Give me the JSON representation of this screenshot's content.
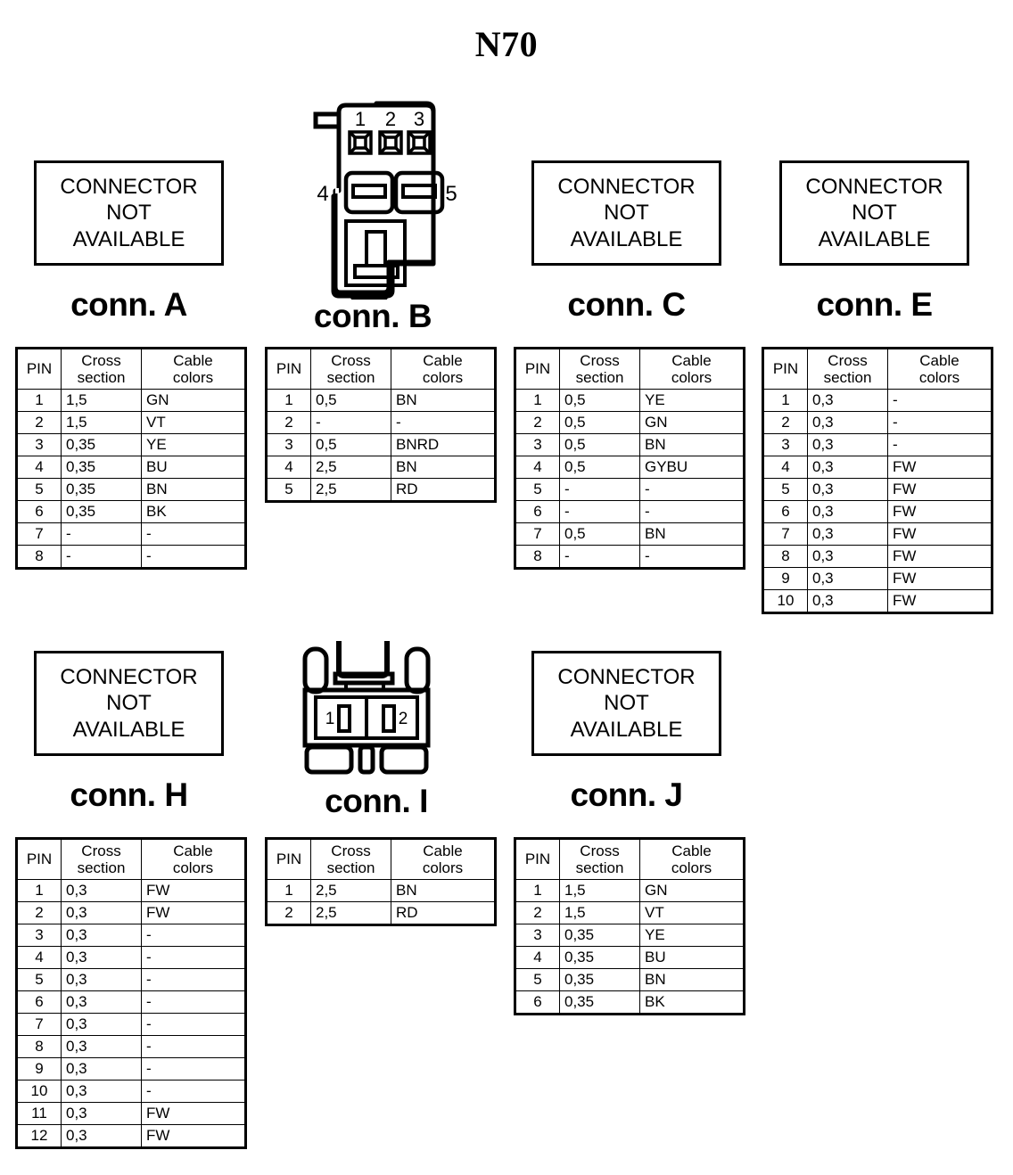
{
  "title": "N70",
  "placeholder": {
    "line1": "CONNECTOR",
    "line2": "NOT",
    "line3": "AVAILABLE"
  },
  "table_headers": {
    "pin": "PIN",
    "cross_1": "Cross",
    "cross_2": "section",
    "color_1": "Cable",
    "color_2": "colors"
  },
  "connectors": [
    {
      "id": "A",
      "label": "conn. A",
      "graphic": "not-available",
      "rows": [
        {
          "pin": "1",
          "cross": "1,5",
          "color": "GN"
        },
        {
          "pin": "2",
          "cross": "1,5",
          "color": "VT"
        },
        {
          "pin": "3",
          "cross": "0,35",
          "color": "YE"
        },
        {
          "pin": "4",
          "cross": "0,35",
          "color": "BU"
        },
        {
          "pin": "5",
          "cross": "0,35",
          "color": "BN"
        },
        {
          "pin": "6",
          "cross": "0,35",
          "color": "BK"
        },
        {
          "pin": "7",
          "cross": "-",
          "color": "-"
        },
        {
          "pin": "8",
          "cross": "-",
          "color": "-"
        }
      ]
    },
    {
      "id": "B",
      "label": "conn. B",
      "graphic": "connector-b-drawing",
      "drawing_labels": {
        "pin1": "1",
        "pin2": "2",
        "pin3": "3",
        "pin4": "4",
        "pin5": "5"
      },
      "rows": [
        {
          "pin": "1",
          "cross": "0,5",
          "color": "BN"
        },
        {
          "pin": "2",
          "cross": "-",
          "color": "-"
        },
        {
          "pin": "3",
          "cross": "0,5",
          "color": "BNRD"
        },
        {
          "pin": "4",
          "cross": "2,5",
          "color": "BN"
        },
        {
          "pin": "5",
          "cross": "2,5",
          "color": "RD"
        }
      ]
    },
    {
      "id": "C",
      "label": "conn. C",
      "graphic": "not-available",
      "rows": [
        {
          "pin": "1",
          "cross": "0,5",
          "color": "YE"
        },
        {
          "pin": "2",
          "cross": "0,5",
          "color": "GN"
        },
        {
          "pin": "3",
          "cross": "0,5",
          "color": "BN"
        },
        {
          "pin": "4",
          "cross": "0,5",
          "color": "GYBU"
        },
        {
          "pin": "5",
          "cross": "-",
          "color": "-"
        },
        {
          "pin": "6",
          "cross": "-",
          "color": "-"
        },
        {
          "pin": "7",
          "cross": "0,5",
          "color": "BN"
        },
        {
          "pin": "8",
          "cross": "-",
          "color": "-"
        }
      ]
    },
    {
      "id": "E",
      "label": "conn. E",
      "graphic": "not-available",
      "rows": [
        {
          "pin": "1",
          "cross": "0,3",
          "color": "-"
        },
        {
          "pin": "2",
          "cross": "0,3",
          "color": "-"
        },
        {
          "pin": "3",
          "cross": "0,3",
          "color": "-"
        },
        {
          "pin": "4",
          "cross": "0,3",
          "color": "FW"
        },
        {
          "pin": "5",
          "cross": "0,3",
          "color": "FW"
        },
        {
          "pin": "6",
          "cross": "0,3",
          "color": "FW"
        },
        {
          "pin": "7",
          "cross": "0,3",
          "color": "FW"
        },
        {
          "pin": "8",
          "cross": "0,3",
          "color": "FW"
        },
        {
          "pin": "9",
          "cross": "0,3",
          "color": "FW"
        },
        {
          "pin": "10",
          "cross": "0,3",
          "color": "FW"
        }
      ]
    },
    {
      "id": "H",
      "label": "conn. H",
      "graphic": "not-available",
      "rows": [
        {
          "pin": "1",
          "cross": "0,3",
          "color": "FW"
        },
        {
          "pin": "2",
          "cross": "0,3",
          "color": "FW"
        },
        {
          "pin": "3",
          "cross": "0,3",
          "color": "-"
        },
        {
          "pin": "4",
          "cross": "0,3",
          "color": "-"
        },
        {
          "pin": "5",
          "cross": "0,3",
          "color": "-"
        },
        {
          "pin": "6",
          "cross": "0,3",
          "color": "-"
        },
        {
          "pin": "7",
          "cross": "0,3",
          "color": "-"
        },
        {
          "pin": "8",
          "cross": "0,3",
          "color": "-"
        },
        {
          "pin": "9",
          "cross": "0,3",
          "color": "-"
        },
        {
          "pin": "10",
          "cross": "0,3",
          "color": "-"
        },
        {
          "pin": "11",
          "cross": "0,3",
          "color": "FW"
        },
        {
          "pin": "12",
          "cross": "0,3",
          "color": "FW"
        }
      ]
    },
    {
      "id": "I",
      "label": "conn. I",
      "graphic": "connector-i-drawing",
      "drawing_labels": {
        "pin1": "1",
        "pin2": "2"
      },
      "rows": [
        {
          "pin": "1",
          "cross": "2,5",
          "color": "BN"
        },
        {
          "pin": "2",
          "cross": "2,5",
          "color": "RD"
        }
      ]
    },
    {
      "id": "J",
      "label": "conn. J",
      "graphic": "not-available",
      "rows": [
        {
          "pin": "1",
          "cross": "1,5",
          "color": "GN"
        },
        {
          "pin": "2",
          "cross": "1,5",
          "color": "VT"
        },
        {
          "pin": "3",
          "cross": "0,35",
          "color": "YE"
        },
        {
          "pin": "4",
          "cross": "0,35",
          "color": "BU"
        },
        {
          "pin": "5",
          "cross": "0,35",
          "color": "BN"
        },
        {
          "pin": "6",
          "cross": "0,35",
          "color": "BK"
        }
      ]
    }
  ],
  "colors": {
    "ink": "#000000",
    "paper": "#ffffff"
  }
}
